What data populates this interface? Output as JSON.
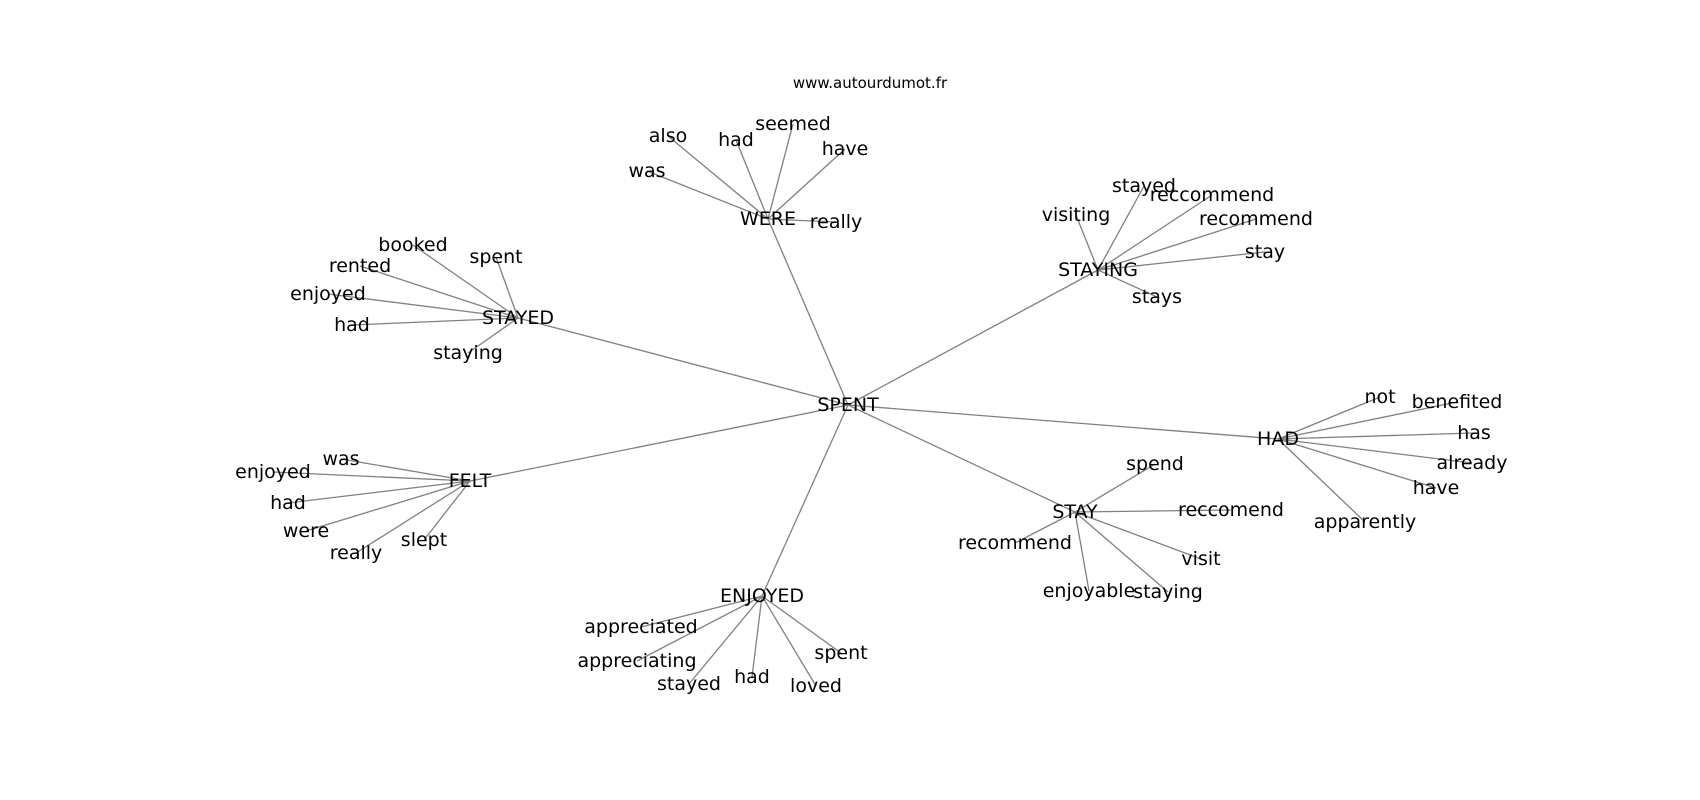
{
  "watermark": "www.autourdumot.fr",
  "colors": {
    "edge": "#808080",
    "text": "#000000",
    "background": "#ffffff"
  },
  "center": "SPENT",
  "clusters": [
    {
      "hub": "WERE",
      "words": [
        "also",
        "had",
        "seemed",
        "have",
        "was",
        "really"
      ]
    },
    {
      "hub": "STAYED",
      "words": [
        "booked",
        "spent",
        "rented",
        "enjoyed",
        "had",
        "staying"
      ]
    },
    {
      "hub": "STAYING",
      "words": [
        "stayed",
        "visiting",
        "reccommend",
        "recommend",
        "stay",
        "stays"
      ]
    },
    {
      "hub": "HAD",
      "words": [
        "not",
        "benefited",
        "has",
        "already",
        "have",
        "apparently"
      ]
    },
    {
      "hub": "FELT",
      "words": [
        "was",
        "enjoyed",
        "had",
        "were",
        "really",
        "slept"
      ]
    },
    {
      "hub": "STAY",
      "words": [
        "spend",
        "reccomend",
        "recommend",
        "visit",
        "enjoyable",
        "staying"
      ]
    },
    {
      "hub": "ENJOYED",
      "words": [
        "appreciated",
        "appreciating",
        "stayed",
        "had",
        "spent",
        "loved"
      ]
    }
  ]
}
